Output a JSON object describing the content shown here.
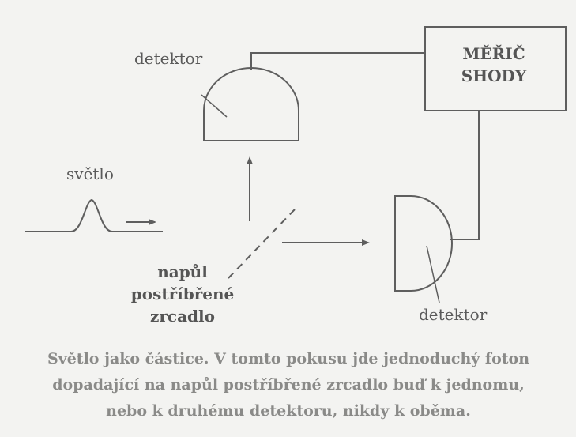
{
  "diagram": {
    "light_label": "světlo",
    "detector_top_label": "detektor",
    "detector_right_label": "detektor",
    "coincidence_counter": {
      "line1": "MĚŘIČ",
      "line2": "SHODY"
    },
    "mirror_label": {
      "line1": "napůl",
      "line2": "postříbřené",
      "line3": "zrcadlo"
    }
  },
  "caption": {
    "line1": "Světlo jako částice. V tomto pokusu jde jednoduchý foton",
    "line2": "dopadající na napůl postříbřené zrcadlo buď k jednomu,",
    "line3": "nebo k druhému detektoru, nikdy k oběma."
  },
  "colors": {
    "stroke": "#5e5e5e",
    "background": "#f3f3f1",
    "caption": "#8a8a88"
  }
}
